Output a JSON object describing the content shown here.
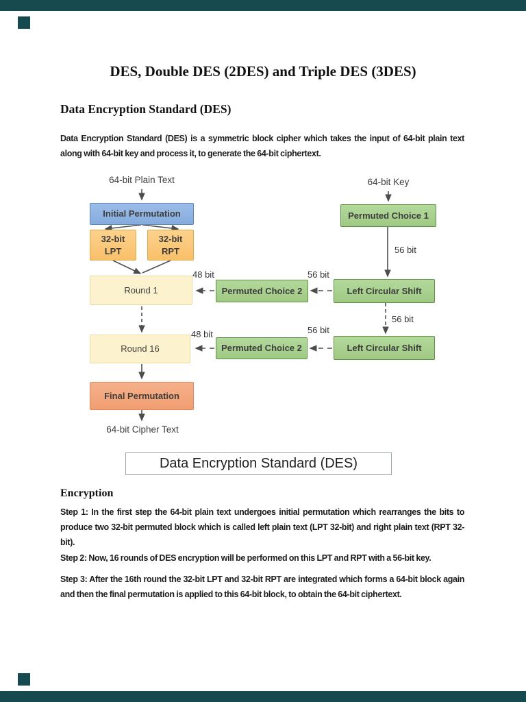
{
  "viewer": {
    "chrome_color": "#174a4e"
  },
  "title": "DES, Double DES (2DES) and Triple DES (3DES)",
  "des_section": {
    "heading": "Data Encryption Standard (DES)",
    "intro_lead": "Data Encryption Standard (DES)",
    "intro_text": " is a symmetric block cipher which takes the input of 64-bit plain text along with 64-bit key and process it, to generate the 64-bit ciphertext."
  },
  "diagram": {
    "input_label": "64-bit Plain Text",
    "key_label": "64-bit Key",
    "output_label": "64-bit Cipher Text",
    "nodes": {
      "initial_permutation": "Initial Permutation",
      "lpt_line1": "32-bit",
      "lpt_line2": "LPT",
      "rpt_line1": "32-bit",
      "rpt_line2": "RPT",
      "round1": "Round 1",
      "round16": "Round 16",
      "permuted_choice_1": "Permuted Choice 1",
      "permuted_choice_2": "Permuted Choice 2",
      "left_circular_shift": "Left Circular Shift",
      "final_permutation": "Final Permutation"
    },
    "edge_labels": {
      "k48": "48 bit",
      "k56": "56 bit"
    },
    "colors": {
      "blue": "#8eb4e3",
      "orange": "#fbc879",
      "green": "#a9d08f",
      "yellow": "#fdf2ce",
      "coral": "#f3a77e"
    },
    "caption": "Data Encryption Standard (DES)"
  },
  "encryption_section": {
    "heading": "Encryption",
    "steps": [
      {
        "label": "Step 1:",
        "text": " In the first step the 64-bit plain text undergoes initial permutation which rearranges the bits to produce two 32-bit permuted block which is called left plain text (LPT 32-bit) and right plain text (RPT 32-bit)."
      },
      {
        "label": "Step 2:",
        "text": " Now, 16 rounds of DES encryption will be performed on this LPT and RPT with a 56-bit key."
      },
      {
        "label": "Step 3:",
        "text": " After the 16th round the 32-bit LPT and 32-bit RPT are integrated which forms a 64-bit block again and then the final permutation is applied to this 64-bit block, to obtain the 64-bit ciphertext."
      }
    ]
  }
}
